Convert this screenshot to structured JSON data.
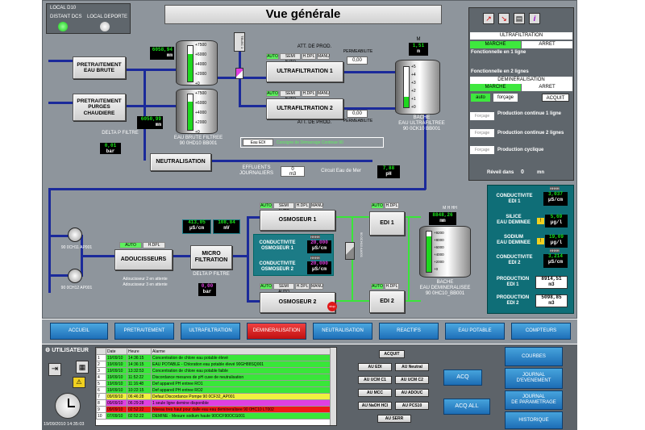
{
  "header": {
    "title": "Vue générale"
  },
  "mode": {
    "local_d10": "LOCAL D10",
    "distant_dcs": "DISTANT DCS",
    "local_deporte": "LOCAL DEPORTE"
  },
  "pretreatment": {
    "eau_brute": "PRETRAITEMENT\nEAU BRUTE",
    "purges": "PRETRAITEMENT\nPURGES\nCHAUDIERE",
    "delta_label": "DELTA P FILTRE",
    "delta_value": "0,01",
    "delta_unit": "bar",
    "neutralisation": "NEUTRALISATION",
    "effluents": "EFFLUENTS\nJOURNALIERS",
    "effluents_value": "0",
    "effluents_unit": "m3",
    "circuit_label": "Circuit Eau de Mer",
    "circuit_value": "7,88",
    "circuit_unit": "pH"
  },
  "tank_brute": {
    "lcd1": "6058,94",
    "lcd1_unit": "mm",
    "lcd2": "6050,99",
    "lcd2_unit": "mm",
    "scale": [
      "+7500",
      "+6000",
      "+4000",
      "+2000",
      "+0"
    ],
    "fill_fraction": 0.78,
    "fill_fraction_2": 0.8,
    "label": "EAU BRUTE FILTREE\n90 0HD10 BB001"
  },
  "valve": {
    "label": "TELEC 1"
  },
  "uf": {
    "att1": "ATT. DE PROD.",
    "att2": "ATT. DE PROD.",
    "perm1": "PERMEABILITE",
    "perm2": "PERMEABILITE",
    "perm1_value": "0,00",
    "perm2_value": "0,00",
    "unit1": "ULTRAFILTRATION 1",
    "unit2": "ULTRAFILTRATION 2",
    "tags": [
      "AUTO",
      "SEMI AUTO",
      "H.DPL",
      "MANU"
    ]
  },
  "bache_uf": {
    "lcd": "1,51",
    "unit": "m",
    "scale": [
      "+5",
      "+4",
      "+3",
      "+2",
      "+1",
      "+0"
    ],
    "fill_fraction": 0.26,
    "label": "BACHE\nEAU ULTRAFILTREE\n90 0CK10 BB001",
    "m_label": "M"
  },
  "eau_edi": {
    "label": "Eau EDI",
    "status": "Consigne de Démarrage Continue 90"
  },
  "right_panel": {
    "uf_title": "ULTRAFILTRATION",
    "uf_marche": "MARCHE",
    "uf_arret": "ARRET",
    "uf_line1": "Fonctionnelle en 1 ligne",
    "uf_line2": "Fonctionnelle en 2 lignes",
    "demin_title": "DEMINERALISATION",
    "demin_marche": "MARCHE",
    "demin_arret": "ARRET",
    "auto": "auto",
    "forcage": "forçage",
    "acquit": "ACQUIT",
    "f1": "Forçage",
    "f2": "Forçage",
    "f3": "Forçage",
    "p1": "Production continue 1 ligne",
    "p2": "Production continue 2 lignes",
    "p3": "Production cyclique",
    "reveil": "Réveil dans",
    "reveil_value": "0",
    "reveil_unit": "mn"
  },
  "osmose": {
    "os1": "OSMOSEUR 1",
    "os2": "OSMOSEUR 2",
    "cond1": "CONDUCTIVITE\nOSMOSEUR 1",
    "cond2": "CONDUCTIVITE\nOSMOSEUR 2",
    "cond1_value": "20,000",
    "cond2_value": "20,000",
    "cond_unit": "µS/cm",
    "hh": "HHHH",
    "lcd_cond": "413,05",
    "lcd_cond_unit": "µS/cm",
    "lcd_mv": "108,84",
    "lcd_mv_unit": "mV",
    "stop": "stop",
    "tags": [
      "AUTO",
      "SEMI AUTO",
      "H.DPL",
      "MANU"
    ]
  },
  "edi": {
    "edi1": "EDI 1",
    "edi2": "EDI 2",
    "tags": [
      "AUTO",
      "H.DPL"
    ],
    "pipe_label": "90 0CH10 AA001"
  },
  "adoucisseurs": {
    "label": "ADOUCISSEURS",
    "status1": "Adoucisseur 2 en attente",
    "status2": "Adoucisseur 3 en attente",
    "tags": [
      "AUTO",
      "H.DPL"
    ],
    "pump1": "90 0CH11 AP001",
    "pump2": "90 0CH12 AP001"
  },
  "micro": {
    "label": "MICRO\nFILTRATION",
    "delta": "DELTA P FILTRE",
    "delta_value": "0,00",
    "delta_unit": "bar"
  },
  "bache_demin": {
    "lcd": "8848,26",
    "unit": "mm",
    "scale": [
      "+9200",
      "+8000",
      "+6000",
      "+4000",
      "+2000",
      "+0"
    ],
    "fill_fraction": 0.88,
    "label": "BACHE\nEAU DEMINERALISEE\n90 0HC10_BB001",
    "hh": "M  H  HH"
  },
  "cpanel": {
    "c1": "CONDUCTIVITE\nEDI 1",
    "c1_value": "3,037",
    "c1_unit": "µS/cm",
    "silice": "SILICE\nEAU DEMINEE",
    "silice_value": "5,69",
    "silice_unit": "µg/l",
    "sodium": "SODIUM\nEAU DEMINEE",
    "sodium_value": "19,09",
    "sodium_unit": "µg/l",
    "c2": "CONDUCTIVITE\nEDI 2",
    "c2_value": "3,214",
    "c2_unit": "µS/cm",
    "prod1": "PRODUCTION\nEDI 1",
    "prod1_value": "8914,51",
    "prod1_unit": "m3",
    "prod2": "PRODUCTION\nEDI 2",
    "prod2_value": "5098,85",
    "prod2_unit": "m3",
    "hh": "HHHH"
  },
  "nav": [
    "ACCUEIL",
    "PRETRAITEMENT",
    "ULTRAFILTRATION",
    "DEMINERALISATION",
    "NEUTRALISATION",
    "REACTIFS",
    "EAU POTABLE",
    "COMPTEURS"
  ],
  "bottom": {
    "user": "UTILISATEUR",
    "datetime": "19/09/2010 14:35:03",
    "acquit": "ACQUIT",
    "acq": "ACQ",
    "acq_all": "ACQ ALL",
    "buttons": [
      "AU EDI",
      "AU Neutral",
      "AU UCM C1",
      "AU UCM C2",
      "AU MCC",
      "AU ADOUC",
      "AU NaOH HCl",
      "AU PCS10",
      "AU SERR"
    ],
    "right": [
      "COURBES",
      "JOURNAL\nD'EVENEMENT",
      "JOURNAL\nDE PARAMETRAGE",
      "HISTORIQUE"
    ]
  },
  "alarms": {
    "headers": [
      "",
      "Date",
      "Heure",
      "Alarme"
    ],
    "rows": [
      {
        "n": "1",
        "date": "19/09/10",
        "time": "14:36:15",
        "text": "Concentration de chlore eau potable élevé",
        "color": "#39e639"
      },
      {
        "n": "2",
        "date": "19/09/10",
        "time": "14:36:15",
        "text": "EAU POTABLE - Chloration eau potable élevé 90GH88SQ001",
        "color": "#39e639"
      },
      {
        "n": "3",
        "date": "19/09/10",
        "time": "13:32:53",
        "text": "Concentration de chlore eau potable faible",
        "color": "#39e639"
      },
      {
        "n": "4",
        "date": "19/09/10",
        "time": "11:52:22",
        "text": "Discordance mesures de pH cuve de neutralisation",
        "color": "#39e639"
      },
      {
        "n": "5",
        "date": "19/09/10",
        "time": "11:16:48",
        "text": "Def appareil PH entree RO1",
        "color": "#39e639"
      },
      {
        "n": "6",
        "date": "19/09/10",
        "time": "10:22:15",
        "text": "Def appareil PH entree RO2",
        "color": "#39e639"
      },
      {
        "n": "7",
        "date": "09/09/10",
        "time": "06:46:28",
        "text": "Defaut Discordance Pompe 90 0CF32_AP001",
        "color": "#f0f040"
      },
      {
        "n": "8",
        "date": "09/09/10",
        "time": "06:29:28",
        "text": "1 seule ligne demine disponible",
        "color": "#e040e0"
      },
      {
        "n": "9",
        "date": "09/09/10",
        "time": "02:52:22",
        "text": "Niveau tres haut pour dalle eau eau demineralisee 90 0HC10 LT002",
        "color": "#f01818"
      },
      {
        "n": "10",
        "date": "07/09/10",
        "time": "02:52:22",
        "text": "DEMINE - Mesure sodium haute 90OCF90OCG001",
        "color": "#39e639"
      }
    ]
  }
}
